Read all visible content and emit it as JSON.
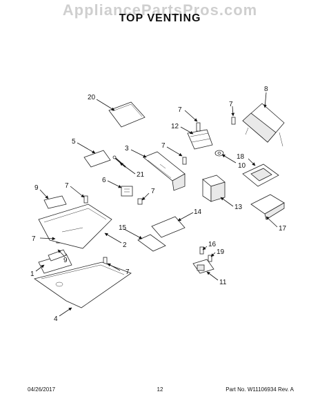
{
  "watermark": "AppliancePartsPros.com",
  "title": "TOP VENTING",
  "footer": {
    "date": "04/26/2017",
    "page": "12",
    "part_label": "Part No.",
    "part_number": "W11106934",
    "rev_label": "Rev. A"
  },
  "callouts": {
    "c1": "1",
    "c2": "2",
    "c3": "3",
    "c4": "4",
    "c5": "5",
    "c6": "6",
    "c7a": "7",
    "c7b": "7",
    "c7c": "7",
    "c7d": "7",
    "c7e": "7",
    "c7f": "7",
    "c7g": "7",
    "c8": "8",
    "c9a": "9",
    "c9b": "9",
    "c10": "10",
    "c11": "11",
    "c12": "12",
    "c13": "13",
    "c14": "14",
    "c15": "15",
    "c16": "16",
    "c17": "17",
    "c18": "18",
    "c19": "19",
    "c20": "20",
    "c21": "21"
  }
}
